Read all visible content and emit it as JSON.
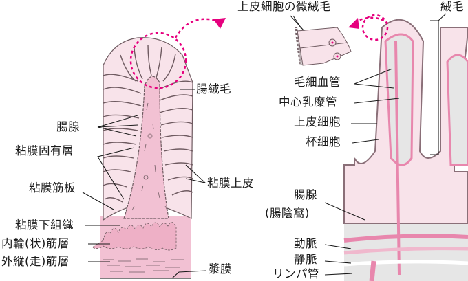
{
  "colors": {
    "pink_fill": "#f2c1d3",
    "light_pink": "#f8e3ea",
    "accent_magenta": "#e6007e",
    "outline": "#6e5a60",
    "gray_fill": "#e6e6e6",
    "vessel_pink": "#e887ad"
  },
  "left_diagram": {
    "labels": {
      "villus": "腸絨毛",
      "intestinal_gland": "腸腺",
      "lamina_propria": "粘膜固有層",
      "muscularis_mucosae": "粘膜筋板",
      "mucosal_epithelium": "粘膜上皮",
      "submucosa": "粘膜下組織",
      "inner_circular_muscle": "内輪(状)筋層",
      "outer_longitudinal_muscle": "外縦(走)筋層",
      "serosa": "漿膜"
    }
  },
  "right_diagram": {
    "labels": {
      "microvilli": "上皮細胞の微絨毛",
      "villi": "絨毛",
      "capillary": "毛細血管",
      "lacteal": "中心乳糜管",
      "epithelial_cell": "上皮細胞",
      "goblet_cell": "杯細胞",
      "gland": "腸腺",
      "crypt": "(腸陰窩)",
      "artery": "動脈",
      "vein": "静脈",
      "lymph_vessel": "リンパ管"
    }
  }
}
